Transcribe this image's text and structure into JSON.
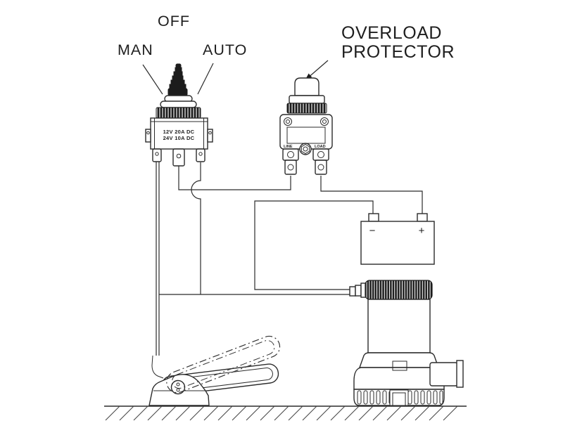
{
  "labels": {
    "off": "OFF",
    "man": "MAN",
    "auto": "AUTO",
    "overload_line1": "OVERLOAD",
    "overload_line2": "PROTECTOR"
  },
  "switch": {
    "rating_line1": "12V 20A DC",
    "rating_line2": "24V 10A DC"
  },
  "protector": {
    "terminal_left": "LINE",
    "terminal_right": "LOAD"
  },
  "battery": {
    "negative_symbol": "−",
    "positive_symbol": "+"
  },
  "colors": {
    "line": "#2b2b2b",
    "dark_fill": "#1c1c1c",
    "background": "#ffffff"
  }
}
